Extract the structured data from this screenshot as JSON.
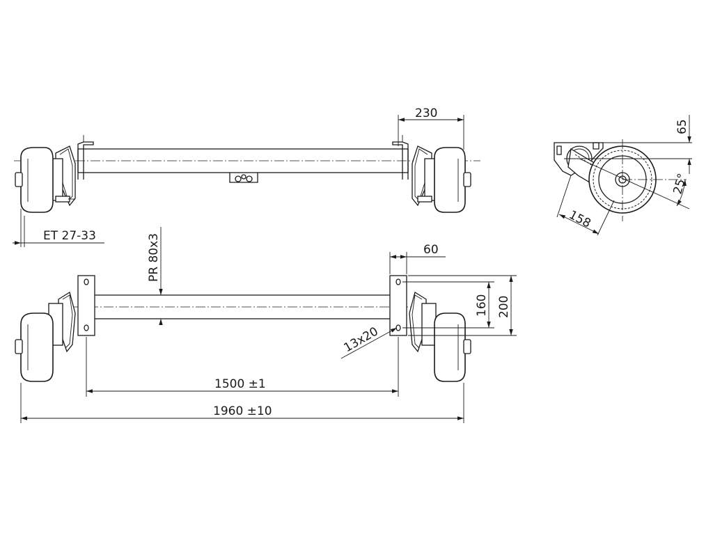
{
  "diagram": {
    "dimensions": {
      "flange_width": "230",
      "offset_et": "ET 27-33",
      "tube_profile": "PR 80x3",
      "plate_width": "60",
      "hole_spacing": "160",
      "plate_height": "200",
      "slot_holes": "13x20",
      "plate_distance": "1500 ±1",
      "overall_width": "1960 ±10",
      "side_height": "65",
      "side_length": "158",
      "arm_angle": "25°"
    }
  }
}
